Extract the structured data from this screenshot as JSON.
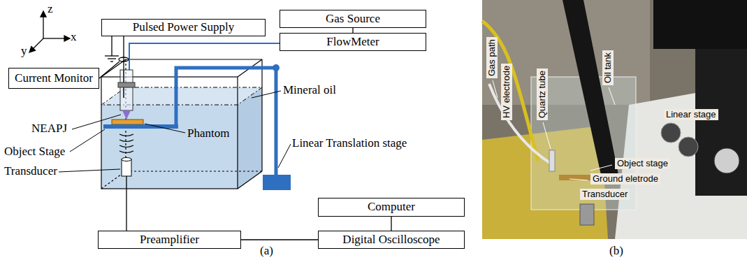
{
  "diagram": {
    "nodes": [
      {
        "text": [
          "Gas Source"
        ]
      },
      {
        "text": [
          "Pulsed Power Supply"
        ]
      },
      {
        "text": [
          "FlowMeter"
        ]
      },
      {
        "text": [
          "Current Monitor"
        ]
      },
      {
        "text": [
          "Computer"
        ]
      },
      {
        "text": [
          "Digital Oscilloscope"
        ]
      },
      {
        "text": [
          "Preamplifier"
        ]
      }
    ],
    "edges": [
      {
        "from": 0,
        "to": 2,
        "arrow": "none"
      },
      {
        "from": 4,
        "to": 5,
        "arrow": "none"
      },
      {
        "from": 6,
        "to": 5,
        "arrow": "none"
      }
    ],
    "labels": [
      "z",
      "x",
      "y",
      "Mineral oil",
      "NEAPJ",
      "Phantom",
      "Object Stage",
      "Linear Translation stage",
      "Transducer",
      "(a)",
      "Gas path",
      "HV electrode",
      "Quartz tube",
      "Oil tank",
      "Object stage",
      "Ground eletrode",
      "Transducer",
      "(b)",
      "Linear stage"
    ]
  }
}
